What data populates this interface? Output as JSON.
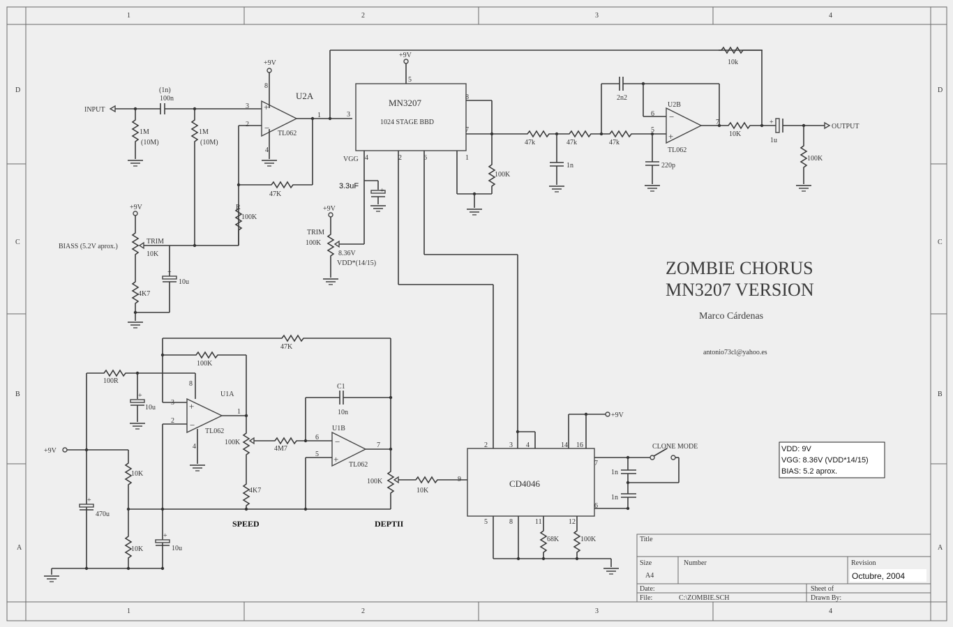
{
  "sheet": {
    "columns": [
      "1",
      "2",
      "3",
      "4"
    ],
    "rows": [
      "D",
      "C",
      "B",
      "A"
    ]
  },
  "title_block": {
    "big_title_line1": "ZOMBIE CHORUS",
    "big_title_line2": "MN3207 VERSION",
    "author": "Marco Cárdenas",
    "email": "antonio73cl@yahoo.es",
    "title_label": "Title",
    "size_label": "Size",
    "size_value": "A4",
    "number_label": "Number",
    "revision_label": "Revision",
    "revision_value": "Octubre, 2004",
    "date_label": "Date:",
    "sheet_label": "Sheet    of",
    "file_label": "File:",
    "file_value": "C:\\ZOMBIE.SCH",
    "drawn_by_label": "Drawn By:"
  },
  "notes": {
    "line1": "VDD: 9V",
    "line2": "VGG: 8.36V (VDD*14/15)",
    "line3": "BIAS: 5.2 aprox."
  },
  "labels": {
    "input": "INPUT",
    "output": "OUTPUT",
    "plus9v": "+9V",
    "u2a": "U2A",
    "u2b": "U2B",
    "u1a": "U1A",
    "u1b": "U1B",
    "tl062": "TL062",
    "mn3207": "MN3207",
    "bbd": "1024 STAGE BBD",
    "cd4046": "CD4046",
    "vgg": "VGG",
    "cap_3u3": "3.3uF",
    "trim": "TRIM",
    "trim_100k": "100K",
    "vgg_volt": "8.36V",
    "vdd_ratio": "VDD*(14/15)",
    "biass": "BIASS (5.2V aprox.)",
    "trim_10k": "10K",
    "speed": "SPEED",
    "depth": "DEPTII",
    "clone_mode": "CLONE MODE",
    "c1": "C1",
    "r_label": "R"
  },
  "components": {
    "c_in_alt": "(1n)",
    "c_in": "100n",
    "r1m_a": "1M",
    "r1m_a_alt": "(10M)",
    "r1m_b": "1M",
    "r1m_b_alt": "(10M)",
    "r47k_fb": "47K",
    "r100k_bias": "100K",
    "r10k_fb_top": "10k",
    "c2n2": "2n2",
    "r47k_1": "47k",
    "r47k_2": "47k",
    "r47k_3": "47k",
    "c1n_f": "1n",
    "c220p": "220p",
    "r100k_out7": "100K",
    "r10k_out": "10K",
    "c1u": "1u",
    "r100k_outpd": "100K",
    "c10u_bias": "10u",
    "r4k7_bias": "4K7",
    "r47k_lfo": "47K",
    "r100k_lfo": "100K",
    "r100r": "100R",
    "c10u_lfo": "10u",
    "pot_speed": "100K",
    "r4m7": "4M7",
    "c10n": "10n",
    "r4k7_speed": "4K7",
    "pot_depth": "100K",
    "r10k_vco": "10K",
    "r10k_div1": "10K",
    "r10k_div2": "10K",
    "c470u": "470u",
    "c10u_div": "10u",
    "r68k": "68K",
    "r100k_vco": "100K",
    "c1n_a": "1n",
    "c1n_b": "1n"
  },
  "pins": {
    "u2a": [
      "8",
      "3",
      "2",
      "4",
      "1"
    ],
    "mn": [
      "5",
      "3",
      "8",
      "7",
      "4",
      "2",
      "6",
      "1"
    ],
    "u2b": [
      "6",
      "5",
      "7"
    ],
    "u1a": [
      "8",
      "3",
      "2",
      "4",
      "1"
    ],
    "u1b": [
      "6",
      "5",
      "7"
    ],
    "cd_top": [
      "2",
      "3",
      "4",
      "14",
      "16"
    ],
    "cd_left": [
      "9"
    ],
    "cd_right": [
      "7",
      "6"
    ],
    "cd_bottom": [
      "5",
      "8",
      "11",
      "12"
    ]
  }
}
